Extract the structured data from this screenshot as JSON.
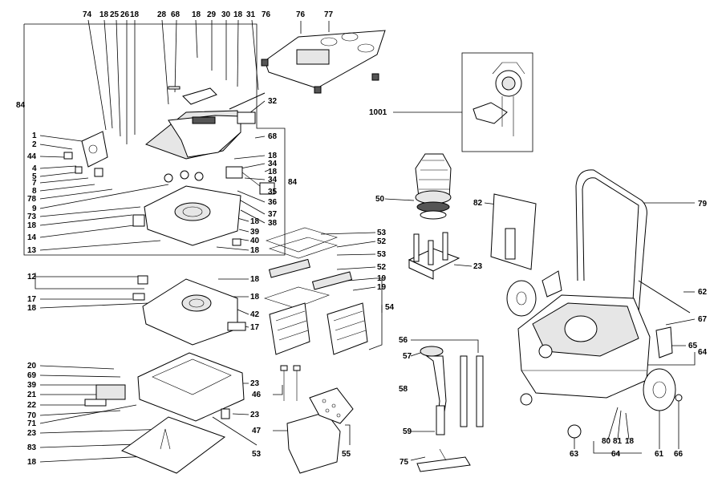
{
  "callouts": {
    "top_row": [
      "74",
      "18",
      "25",
      "26",
      "18",
      "28",
      "68",
      "18",
      "29",
      "30",
      "18",
      "31",
      "76",
      "76",
      "77"
    ],
    "left_col": [
      "84",
      "1",
      "2",
      "44",
      "4",
      "5",
      "7",
      "8",
      "78",
      "9",
      "73",
      "18",
      "14",
      "13",
      "12",
      "17",
      "18",
      "20",
      "69",
      "39",
      "21",
      "22",
      "70",
      "71",
      "23",
      "83",
      "18"
    ],
    "center_col": [
      "32",
      "68",
      "18",
      "34",
      "18",
      "34",
      "35",
      "36",
      "37",
      "38",
      "18",
      "39",
      "40",
      "18",
      "84",
      "18",
      "18",
      "42",
      "17",
      "23",
      "46",
      "23",
      "47",
      "53"
    ],
    "filters": [
      "53",
      "52",
      "53",
      "52",
      "19",
      "19",
      "54",
      "55"
    ],
    "motor": [
      "1001",
      "50",
      "23"
    ],
    "hose": [
      "56",
      "57",
      "58",
      "59",
      "75"
    ],
    "body": [
      "82",
      "79",
      "62",
      "67",
      "65",
      "64",
      "80",
      "81",
      "18",
      "63",
      "64",
      "61",
      "66"
    ]
  }
}
